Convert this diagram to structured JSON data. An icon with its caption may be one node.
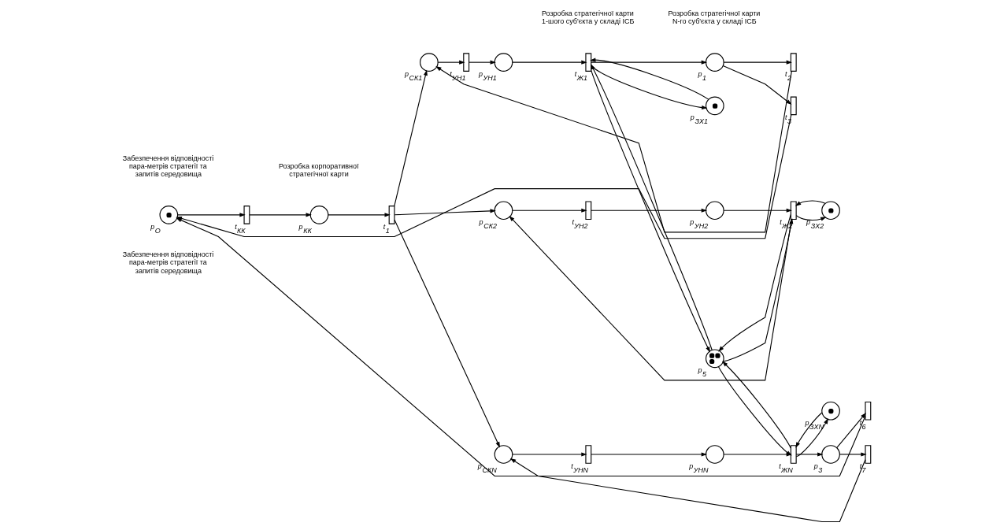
{
  "diagram": {
    "nodes": [
      {
        "text": [],
        "shape": "circle",
        "beside": [
          "p$_{О}$"
        ]
      },
      {
        "text": [],
        "shape": "bar",
        "beside": [
          "t$_{КК}$"
        ]
      },
      {
        "text": [],
        "shape": "circle",
        "beside": [
          "p$_{КК}$"
        ]
      },
      {
        "text": [],
        "shape": "bar",
        "beside": [
          "t$_{1}$"
        ]
      },
      {
        "text": [],
        "shape": "circle",
        "beside": [
          "p$_{СК1}$"
        ]
      },
      {
        "text": [],
        "shape": "bar",
        "beside": [
          "t$_{УН1}$"
        ]
      },
      {
        "text": [],
        "shape": "circle",
        "beside": [
          "p$_{УН1}$"
        ]
      },
      {
        "text": [],
        "shape": "bar",
        "beside": [
          "t$_{Ж1}$"
        ]
      },
      {
        "text": [],
        "shape": "circle",
        "beside": [
          "p$_{ЗХ1}$"
        ]
      },
      {
        "text": [],
        "shape": "circle",
        "beside": [
          "p$_{1}$"
        ]
      },
      {
        "text": [],
        "shape": "bar",
        "beside": [
          "t$_{2}$"
        ]
      },
      {
        "text": [],
        "shape": "bar",
        "beside": [
          "t$_{3}$"
        ]
      },
      {
        "text": [],
        "shape": "circle",
        "beside": [
          "p$_{5}$"
        ]
      },
      {
        "text": [],
        "shape": "circle",
        "beside": [
          "p$_{СК2}$"
        ]
      },
      {
        "text": [],
        "shape": "bar",
        "beside": [
          "t$_{УН2}$"
        ]
      },
      {
        "text": [],
        "shape": "circle",
        "beside": [
          "p$_{УН2}$"
        ]
      },
      {
        "text": [],
        "shape": "bar",
        "beside": [
          "t$_{Ж2}$"
        ]
      },
      {
        "text": [],
        "shape": "circle",
        "beside": [
          "p$_{ЗХ2}$"
        ]
      },
      {
        "text": [],
        "shape": "circle",
        "beside": [
          "p$_{СКN}$"
        ]
      },
      {
        "text": [],
        "shape": "bar",
        "beside": [
          "t$_{УНN}$"
        ]
      },
      {
        "text": [],
        "shape": "circle",
        "beside": [
          "p$_{УНN}$"
        ]
      },
      {
        "text": [],
        "shape": "bar",
        "beside": [
          "t$_{ЖN}$"
        ]
      },
      {
        "text": [],
        "shape": "circle",
        "beside": [
          "p$_{ЗХN}$"
        ]
      },
      {
        "text": [],
        "shape": "circle",
        "beside": [
          "p$_{3}$"
        ]
      },
      {
        "text": [],
        "shape": "bar",
        "beside": [
          "t$_{6}$"
        ]
      },
      {
        "text": [],
        "shape": "bar",
        "beside": [
          "t$_{7}$"
        ]
      }
    ],
    "edges": [
      {
        "from": 0,
        "to": 1,
        "arrow": "to"
      },
      {
        "from": 1,
        "to": 2,
        "arrow": "to"
      },
      {
        "from": 2,
        "to": 3,
        "arrow": "to"
      },
      {
        "from": 3,
        "to": 4,
        "arrow": "to"
      },
      {
        "from": 3,
        "to": 13,
        "arrow": "to"
      },
      {
        "from": 3,
        "to": 18,
        "arrow": "to"
      },
      {
        "from": 4,
        "to": 5,
        "arrow": "to"
      },
      {
        "from": 5,
        "to": 6,
        "arrow": "to"
      },
      {
        "from": 6,
        "to": 7,
        "arrow": "to"
      },
      {
        "from": 12,
        "to": 7,
        "arrow": "to"
      },
      {
        "from": 8,
        "to": 7,
        "arrow": "to"
      },
      {
        "from": 7,
        "to": 9,
        "arrow": "to"
      },
      {
        "from": 7,
        "to": 12,
        "arrow": "to"
      },
      {
        "from": 7,
        "to": 8,
        "arrow": "to"
      },
      {
        "from": 9,
        "to": 10,
        "arrow": "to"
      },
      {
        "from": 9,
        "to": 11,
        "arrow": "to"
      },
      {
        "from": 10,
        "to": 4,
        "arrow": "to"
      },
      {
        "from": 11,
        "to": 0,
        "arrow": "to"
      },
      {
        "from": 13,
        "to": 14,
        "arrow": "to"
      },
      {
        "from": 14,
        "to": 15,
        "arrow": "to"
      },
      {
        "from": 12,
        "to": 16,
        "arrow": "to"
      },
      {
        "from": 15,
        "to": 16,
        "arrow": "to"
      },
      {
        "from": 17,
        "to": 16,
        "arrow": "to"
      },
      {
        "from": 16,
        "to": 12,
        "arrow": "to"
      },
      {
        "from": 16,
        "to": 13,
        "arrow": "to"
      },
      {
        "from": 16,
        "to": 17,
        "arrow": "to"
      },
      {
        "from": 18,
        "to": 19,
        "arrow": "to"
      },
      {
        "from": 19,
        "to": 20,
        "arrow": "to"
      },
      {
        "from": 12,
        "to": 21,
        "arrow": "to"
      },
      {
        "from": 20,
        "to": 21,
        "arrow": "to"
      },
      {
        "from": 22,
        "to": 21,
        "arrow": "to"
      },
      {
        "from": 21,
        "to": 12,
        "arrow": "to"
      },
      {
        "from": 21,
        "to": 22,
        "arrow": "to"
      },
      {
        "from": 21,
        "to": 23,
        "arrow": "to"
      },
      {
        "from": 23,
        "to": 24,
        "arrow": "to"
      },
      {
        "from": 23,
        "to": 25,
        "arrow": "to"
      },
      {
        "from": 25,
        "to": 18,
        "arrow": "to"
      },
      {
        "from": 24,
        "to": 0,
        "arrow": "to"
      }
    ],
    "labels": [
      "Забезпечення відповідності пара-метрів стратегії та запитів середовища",
      "Розробка корпоративної стратегічної карти",
      "Розробка стратегічної карти 1-шого суб'єкта у складі ІСБ",
      "Розробка стратегічної карти N-го суб'єкта у складі ІСБ",
      "Забезпечення відповідності пара-метрів стратегії та запитів середовища"
    ]
  }
}
